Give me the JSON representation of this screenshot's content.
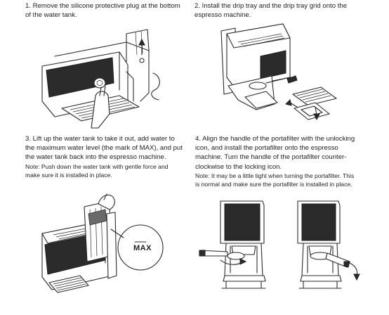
{
  "steps": [
    {
      "id": 1,
      "lines": [
        "1. Remove the silicone protective plug at the bottom",
        "of the water tank."
      ]
    },
    {
      "id": 2,
      "lines": [
        "2. Install the drip tray and the drip tray grid onto the",
        "espresso machine."
      ]
    },
    {
      "id": 3,
      "lines": [
        "3. Lift up the water tank to take it out, add water to",
        "the maximum water level (the mark of MAX), and put",
        "the water tank back into the espresso machine."
      ],
      "note_lines": [
        "Note: Push down the water tank with gentle force and",
        "make sure it is installed in place."
      ],
      "label": "MAX"
    },
    {
      "id": 4,
      "lines": [
        "4. Align the handle of the portafilter with the unlocking",
        "icon, and install the portafilter onto the espresso",
        "machine. Turn the handle of the portafilter counter-",
        "clockwise to the locking icon."
      ],
      "note_lines": [
        "Note: It may be a little tight when turning the portafilter. This",
        "is normal and make sure the portafilter is installed in place."
      ]
    }
  ]
}
